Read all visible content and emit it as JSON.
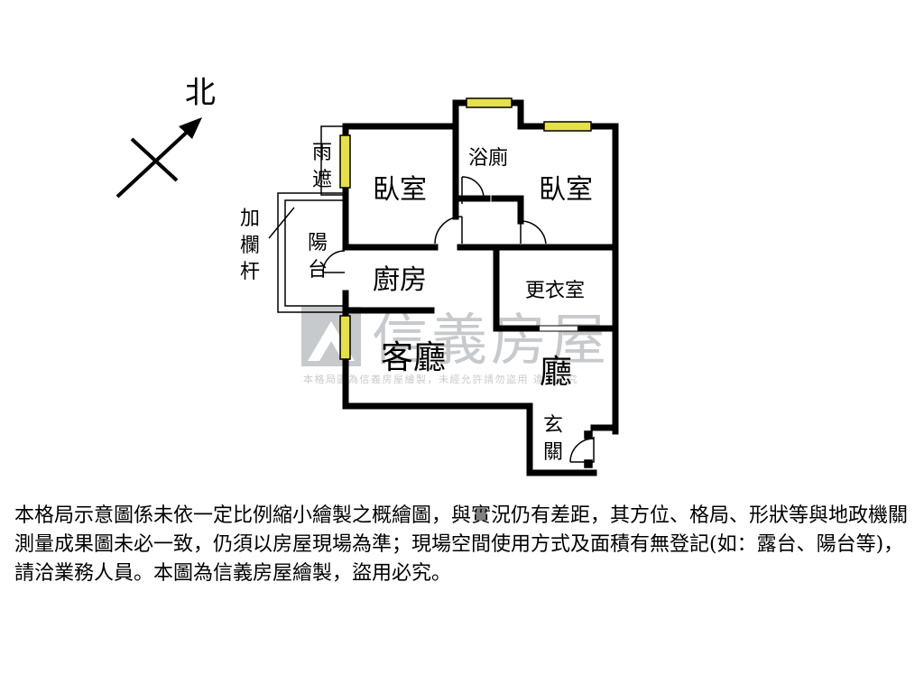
{
  "compass": {
    "north_label": "北"
  },
  "rooms": {
    "bedroom_left": "臥室",
    "bathroom": "浴廁",
    "bedroom_right": "臥室",
    "rain_shelter": [
      "雨",
      "遮"
    ],
    "railing": [
      "加",
      "欄",
      "杆"
    ],
    "balcony": [
      "陽",
      "台"
    ],
    "kitchen": "廚房",
    "walk_in_closet": "更衣室",
    "living_room": "客廳",
    "hall": "廳",
    "entrance": [
      "玄",
      "關"
    ]
  },
  "watermark": {
    "brand": "信義房屋",
    "caption": "本格局圖為信義房屋繪製，未經允許請勿盜用 違者必究"
  },
  "disclaimer": "本格局示意圖係未依一定比例縮小繪製之概繪圖，與實況仍有差距，其方位、格局、形狀等與地政機關測量成果圖未必一致，仍須以房屋現場為準；現場空間使用方式及面積有無登記(如：露台、陽台等)，請洽業務人員。本圖為信義房屋繪製，盜用必究。",
  "colors": {
    "wall": "#000000",
    "window": "#e6e04a",
    "watermark": "#9aa0a6"
  }
}
